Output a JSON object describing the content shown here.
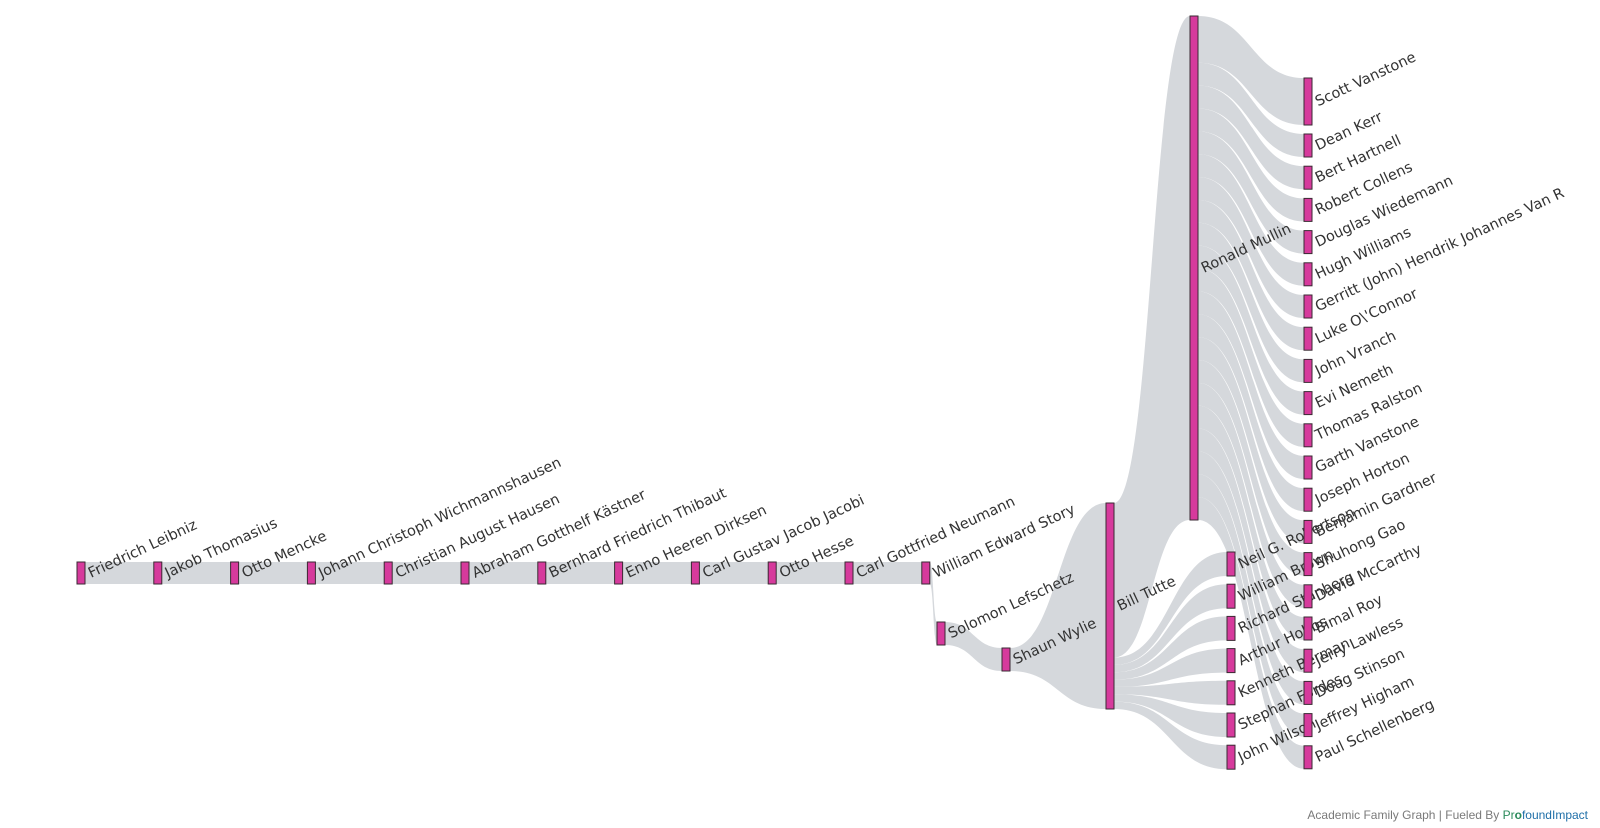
{
  "footer": {
    "text": "Academic Family Graph | Fueled By ",
    "brand_prefix": "Pr",
    "brand_o": "o",
    "brand_suffix": "foundImpact"
  },
  "colors": {
    "node": "#d63a9c",
    "link": "#d5d8dc",
    "label": "#333333"
  },
  "nodes": [
    {
      "id": "leibniz",
      "label": "Friedrich Leibniz"
    },
    {
      "id": "thomasius",
      "label": "Jakob Thomasius"
    },
    {
      "id": "mencke",
      "label": "Otto Mencke"
    },
    {
      "id": "wichmannshausen",
      "label": "Johann Christoph Wichmannshausen"
    },
    {
      "id": "hausen",
      "label": "Christian August Hausen"
    },
    {
      "id": "kaestner",
      "label": "Abraham Gotthelf Kästner"
    },
    {
      "id": "thibaut",
      "label": "Bernhard Friedrich Thibaut"
    },
    {
      "id": "dirksen",
      "label": "Enno Heeren Dirksen"
    },
    {
      "id": "jacobi",
      "label": "Carl Gustav Jacob Jacobi"
    },
    {
      "id": "hesse",
      "label": "Otto Hesse"
    },
    {
      "id": "neumann",
      "label": "Carl Gottfried Neumann"
    },
    {
      "id": "story",
      "label": "William Edward Story"
    },
    {
      "id": "lefschetz",
      "label": "Solomon Lefschetz"
    },
    {
      "id": "wylie",
      "label": "Shaun Wylie"
    },
    {
      "id": "tutte",
      "label": "Bill Tutte"
    },
    {
      "id": "mullin",
      "label": "Ronald Mullin"
    },
    {
      "id": "robertson",
      "label": "Neil G. Robertson"
    },
    {
      "id": "wbrown",
      "label": "William Brown"
    },
    {
      "id": "stanton",
      "label": "Richard Stanberg"
    },
    {
      "id": "hobbs",
      "label": "Arthur Hobbs"
    },
    {
      "id": "berman",
      "label": "Kenneth Berman"
    },
    {
      "id": "fordes",
      "label": "Stephan Fordes"
    },
    {
      "id": "wilson",
      "label": "John Wilson"
    },
    {
      "id": "svanstone",
      "label": "Scott Vanstone"
    },
    {
      "id": "kerr",
      "label": "Dean Kerr"
    },
    {
      "id": "hartnell",
      "label": "Bert Hartnell"
    },
    {
      "id": "collens",
      "label": "Robert Collens"
    },
    {
      "id": "wiedemann",
      "label": "Douglas Wiedemann"
    },
    {
      "id": "hwilliams",
      "label": "Hugh Williams"
    },
    {
      "id": "vanr",
      "label": "Gerritt (John) Hendrik Johannes Van R"
    },
    {
      "id": "oconnor",
      "label": "Luke O\\'Connor"
    },
    {
      "id": "vranch",
      "label": "John Vranch"
    },
    {
      "id": "nemeth",
      "label": "Evi Nemeth"
    },
    {
      "id": "ralston",
      "label": "Thomas Ralston"
    },
    {
      "id": "gvanstone",
      "label": "Garth Vanstone"
    },
    {
      "id": "horton",
      "label": "Joseph Horton"
    },
    {
      "id": "gardner",
      "label": "Benjamin Gardner"
    },
    {
      "id": "gao",
      "label": "Shuhong Gao"
    },
    {
      "id": "mccarthy",
      "label": "David McCarthy"
    },
    {
      "id": "roy",
      "label": "Bimal Roy"
    },
    {
      "id": "lawless",
      "label": "Jerry Lawless"
    },
    {
      "id": "stinson",
      "label": "Doug Stinson"
    },
    {
      "id": "higham",
      "label": "Jeffrey Higham"
    },
    {
      "id": "schellenberg",
      "label": "Paul Schellenberg"
    }
  ],
  "links": [
    [
      "leibniz",
      "thomasius"
    ],
    [
      "thomasius",
      "mencke"
    ],
    [
      "mencke",
      "wichmannshausen"
    ],
    [
      "wichmannshausen",
      "hausen"
    ],
    [
      "hausen",
      "kaestner"
    ],
    [
      "kaestner",
      "thibaut"
    ],
    [
      "thibaut",
      "dirksen"
    ],
    [
      "dirksen",
      "jacobi"
    ],
    [
      "jacobi",
      "hesse"
    ],
    [
      "hesse",
      "neumann"
    ],
    [
      "neumann",
      "story"
    ],
    [
      "story",
      "lefschetz"
    ],
    [
      "lefschetz",
      "wylie"
    ],
    [
      "wylie",
      "tutte"
    ],
    [
      "tutte",
      "mullin"
    ],
    [
      "tutte",
      "robertson"
    ],
    [
      "tutte",
      "wbrown"
    ],
    [
      "tutte",
      "stanton"
    ],
    [
      "tutte",
      "hobbs"
    ],
    [
      "tutte",
      "berman"
    ],
    [
      "tutte",
      "fordes"
    ],
    [
      "tutte",
      "wilson"
    ],
    [
      "mullin",
      "svanstone"
    ],
    [
      "mullin",
      "kerr"
    ],
    [
      "mullin",
      "hartnell"
    ],
    [
      "mullin",
      "collens"
    ],
    [
      "mullin",
      "wiedemann"
    ],
    [
      "mullin",
      "hwilliams"
    ],
    [
      "mullin",
      "vanr"
    ],
    [
      "mullin",
      "oconnor"
    ],
    [
      "mullin",
      "vranch"
    ],
    [
      "mullin",
      "nemeth"
    ],
    [
      "mullin",
      "ralston"
    ],
    [
      "mullin",
      "gvanstone"
    ],
    [
      "mullin",
      "horton"
    ],
    [
      "mullin",
      "gardner"
    ],
    [
      "mullin",
      "gao"
    ],
    [
      "mullin",
      "mccarthy"
    ],
    [
      "mullin",
      "roy"
    ],
    [
      "mullin",
      "lawless"
    ],
    [
      "mullin",
      "stinson"
    ],
    [
      "mullin",
      "higham"
    ],
    [
      "mullin",
      "schellenberg"
    ]
  ]
}
